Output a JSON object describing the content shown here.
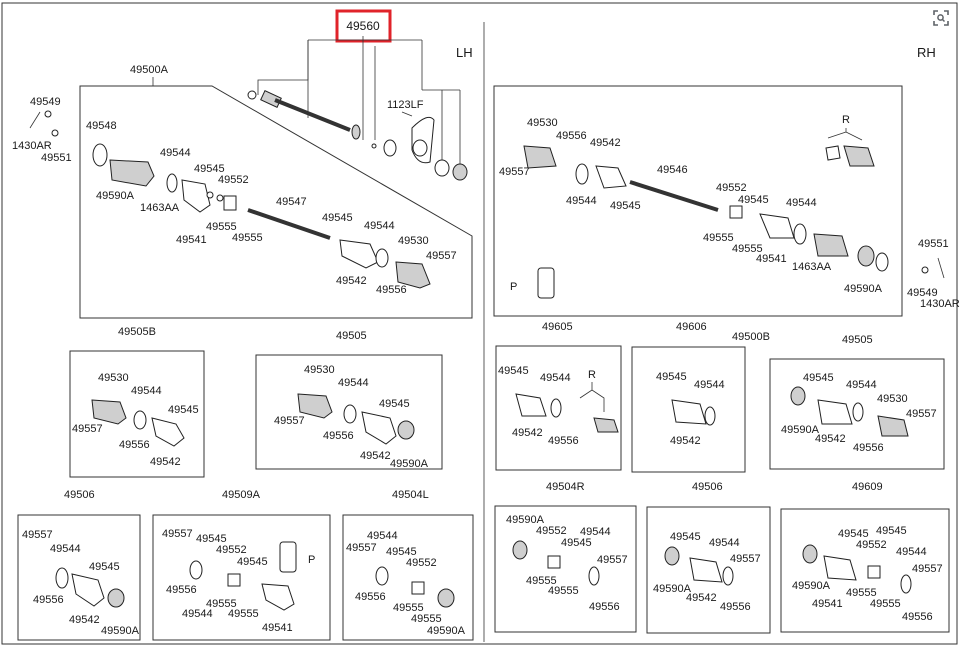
{
  "highlight": {
    "part": "49560",
    "color": "#e0232a"
  },
  "sides": {
    "left": "LH",
    "right": "RH"
  },
  "toolbar": {
    "zoom_icon": "zoom-lens-icon"
  },
  "labels": {
    "l1": "49549",
    "l2": "1430AR",
    "l3": "49551",
    "l4": "49500A",
    "l5": "1123LF",
    "l6": "49548",
    "l7": "49590A",
    "l8": "49544",
    "l9": "49545",
    "l10": "49552",
    "l11": "1463AA",
    "l12": "49541",
    "l13": "49555",
    "l14": "49555",
    "l15": "49547",
    "l16": "49545",
    "l17": "49544",
    "l18": "49530",
    "l19": "49557",
    "l20": "49542",
    "l21": "49556",
    "b1": "49505B",
    "b1a": "49530",
    "b1b": "49544",
    "b1c": "49545",
    "b1d": "49557",
    "b1e": "49556",
    "b1f": "49542",
    "b2": "49505",
    "b2a": "49530",
    "b2b": "49544",
    "b2c": "49545",
    "b2d": "49557",
    "b2e": "49556",
    "b2f": "49542",
    "b2g": "49590A",
    "c1": "49506",
    "c1a": "49557",
    "c1b": "49544",
    "c1c": "49545",
    "c1d": "49556",
    "c1e": "49542",
    "c1f": "49590A",
    "c2": "49509A",
    "c2a": "49557",
    "c2b": "49545",
    "c2c": "49552",
    "c2d": "49545",
    "c2e": "P",
    "c2f": "49556",
    "c2g": "49544",
    "c2h": "49555",
    "c2i": "49555",
    "c2j": "49541",
    "c3": "49504L",
    "c3a": "49544",
    "c3b": "49557",
    "c3c": "49545",
    "c3d": "49552",
    "c3e": "49556",
    "c3f": "49555",
    "c3g": "49555",
    "c3h": "49590A",
    "r1": "49530",
    "r2": "49556",
    "r3": "49542",
    "r4": "49557",
    "r5": "49544",
    "r6": "49545",
    "r7": "49546",
    "r8": "R",
    "r9": "49552",
    "r10": "49545",
    "r11": "49544",
    "r12": "49555",
    "r13": "49555",
    "r14": "49541",
    "r15": "1463AA",
    "r16": "49590A",
    "r17": "P",
    "r18": "49551",
    "r19": "49549",
    "r20": "1430AR",
    "r21": "49500B",
    "d1": "49605",
    "d1a": "49545",
    "d1b": "49544",
    "d1c": "R",
    "d1d": "49542",
    "d1e": "49556",
    "d2": "49606",
    "d2a": "49545",
    "d2b": "49544",
    "d2c": "49542",
    "d3": "49505",
    "d3a": "49545",
    "d3b": "49544",
    "d3c": "49530",
    "d3d": "49557",
    "d3e": "49590A",
    "d3f": "49542",
    "d3g": "49556",
    "e1": "49504R",
    "e1a": "49590A",
    "e1b": "49552",
    "e1c": "49544",
    "e1d": "49545",
    "e1e": "49557",
    "e1f": "49555",
    "e1g": "49555",
    "e1h": "49556",
    "e2": "49506",
    "e2a": "49545",
    "e2b": "49544",
    "e2c": "49557",
    "e2d": "49590A",
    "e2e": "49542",
    "e2f": "49556",
    "e3": "49609",
    "e3a": "49545",
    "e3b": "49545",
    "e3c": "49552",
    "e3d": "49544",
    "e3e": "49557",
    "e3f": "49590A",
    "e3g": "49541",
    "e3h": "49555",
    "e3i": "49555",
    "e3j": "49556"
  }
}
